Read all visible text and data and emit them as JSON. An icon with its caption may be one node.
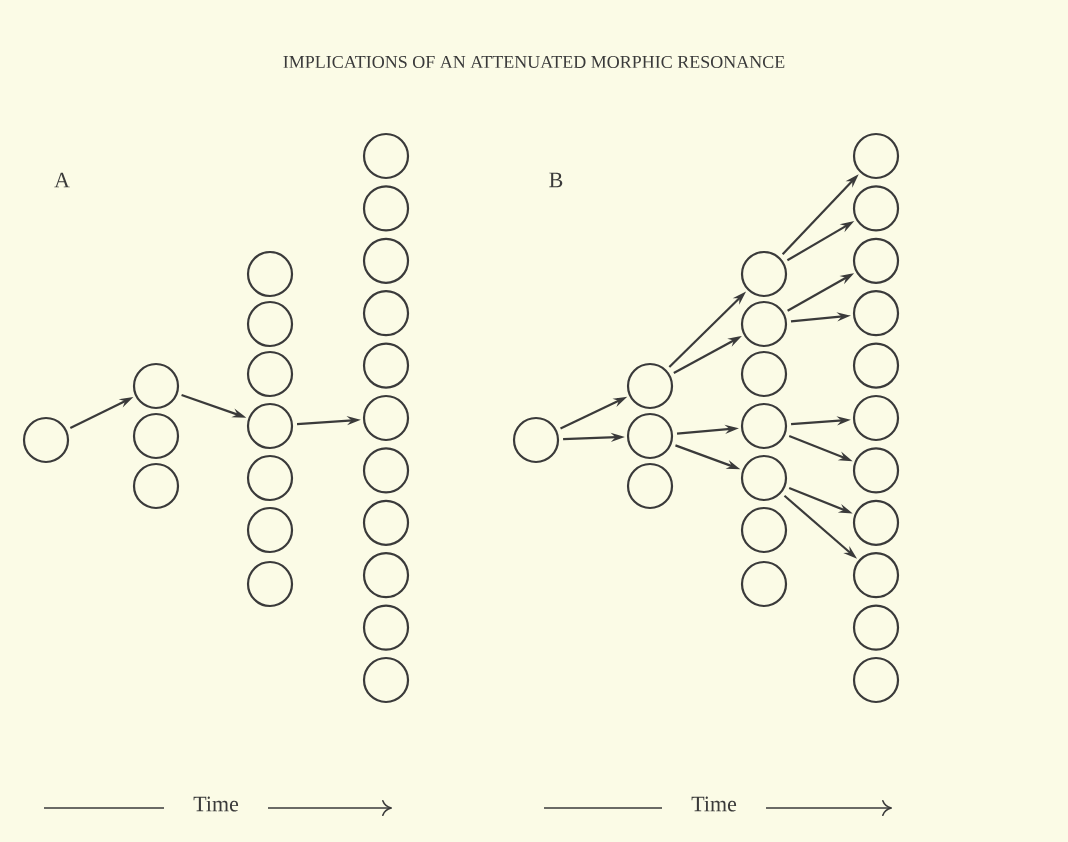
{
  "diagram": {
    "title": "IMPLICATIONS OF AN ATTENUATED MORPHIC RESONANCE",
    "nodes": [
      {
        "text": [],
        "shape": "circle"
      },
      {
        "text": [],
        "shape": "circle"
      },
      {
        "text": [],
        "shape": "circle"
      },
      {
        "text": [],
        "shape": "circle"
      },
      {
        "text": [],
        "shape": "circle"
      },
      {
        "text": [],
        "shape": "circle"
      },
      {
        "text": [],
        "shape": "circle"
      },
      {
        "text": [],
        "shape": "circle"
      },
      {
        "text": [],
        "shape": "circle"
      },
      {
        "text": [],
        "shape": "circle"
      },
      {
        "text": [],
        "shape": "circle"
      },
      {
        "text": [],
        "shape": "circle"
      },
      {
        "text": [],
        "shape": "circle"
      },
      {
        "text": [],
        "shape": "circle"
      },
      {
        "text": [],
        "shape": "circle"
      },
      {
        "text": [],
        "shape": "circle"
      },
      {
        "text": [],
        "shape": "circle"
      },
      {
        "text": [],
        "shape": "circle"
      },
      {
        "text": [],
        "shape": "circle"
      },
      {
        "text": [],
        "shape": "circle"
      },
      {
        "text": [],
        "shape": "circle"
      },
      {
        "text": [],
        "shape": "circle"
      },
      {
        "text": [],
        "shape": "circle"
      },
      {
        "text": [],
        "shape": "circle"
      },
      {
        "text": [],
        "shape": "circle"
      },
      {
        "text": [],
        "shape": "circle"
      },
      {
        "text": [],
        "shape": "circle"
      },
      {
        "text": [],
        "shape": "circle"
      },
      {
        "text": [],
        "shape": "circle"
      },
      {
        "text": [],
        "shape": "circle"
      },
      {
        "text": [],
        "shape": "circle"
      },
      {
        "text": [],
        "shape": "circle"
      },
      {
        "text": [],
        "shape": "circle"
      },
      {
        "text": [],
        "shape": "circle"
      },
      {
        "text": [],
        "shape": "circle"
      },
      {
        "text": [],
        "shape": "circle"
      },
      {
        "text": [],
        "shape": "circle"
      },
      {
        "text": [],
        "shape": "circle"
      },
      {
        "text": [],
        "shape": "circle"
      },
      {
        "text": [],
        "shape": "circle"
      },
      {
        "text": [],
        "shape": "circle"
      },
      {
        "text": [],
        "shape": "circle"
      },
      {
        "text": [],
        "shape": "circle"
      },
      {
        "text": [],
        "shape": "circle"
      }
    ],
    "edges": [
      {
        "from": 0,
        "to": 1,
        "arrow": "to"
      },
      {
        "from": 1,
        "to": 7,
        "arrow": "to"
      },
      {
        "from": 7,
        "to": 16,
        "arrow": "to"
      },
      {
        "from": 22,
        "to": 23,
        "arrow": "to"
      },
      {
        "from": 22,
        "to": 24,
        "arrow": "to"
      },
      {
        "from": 23,
        "to": 26,
        "arrow": "to"
      },
      {
        "from": 23,
        "to": 27,
        "arrow": "to"
      },
      {
        "from": 24,
        "to": 29,
        "arrow": "to"
      },
      {
        "from": 24,
        "to": 30,
        "arrow": "to"
      },
      {
        "from": 26,
        "to": 33,
        "arrow": "to"
      },
      {
        "from": 26,
        "to": 34,
        "arrow": "to"
      },
      {
        "from": 27,
        "to": 35,
        "arrow": "to"
      },
      {
        "from": 27,
        "to": 36,
        "arrow": "to"
      },
      {
        "from": 29,
        "to": 38,
        "arrow": "to"
      },
      {
        "from": 29,
        "to": 39,
        "arrow": "to"
      },
      {
        "from": 30,
        "to": 40,
        "arrow": "to"
      },
      {
        "from": 30,
        "to": 41,
        "arrow": "to"
      }
    ],
    "labels": [
      "A",
      "B",
      "Time",
      "Time"
    ]
  }
}
